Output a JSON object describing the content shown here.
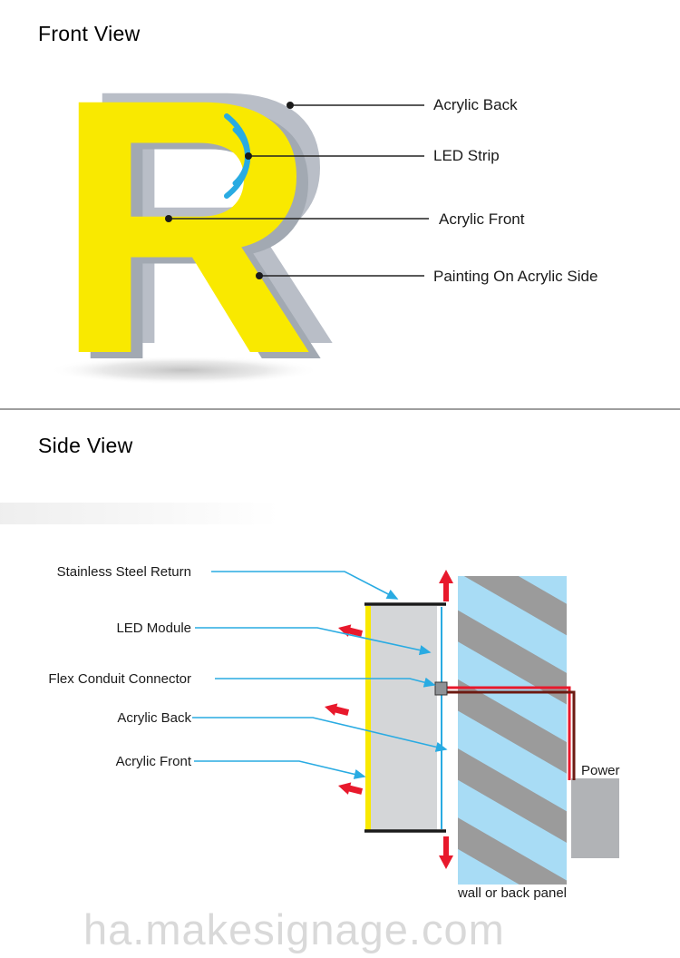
{
  "front_view": {
    "title": "Front View",
    "letter": "R",
    "callouts": [
      "Acrylic Back",
      "LED Strip",
      "Acrylic Front",
      "Painting On Acrylic Side"
    ]
  },
  "side_view": {
    "title": "Side View",
    "callouts": [
      "Stainless Steel Return",
      "LED Module",
      "Flex Conduit Connector",
      "Acrylic Back",
      "Acrylic Front"
    ],
    "power_label": "Power",
    "wall_label": "wall or back panel"
  },
  "watermark": "ha.makesignage.com",
  "colors": {
    "letter_yellow": "#f9e900",
    "letter_side_gray": "#b9bec7",
    "led_cyan": "#29abe2",
    "arrow_red": "#e8192c",
    "wall_blue": "#a8dcf5",
    "hatch_gray": "#9b9b9b",
    "watermark_gray": "#d9d9d9"
  }
}
